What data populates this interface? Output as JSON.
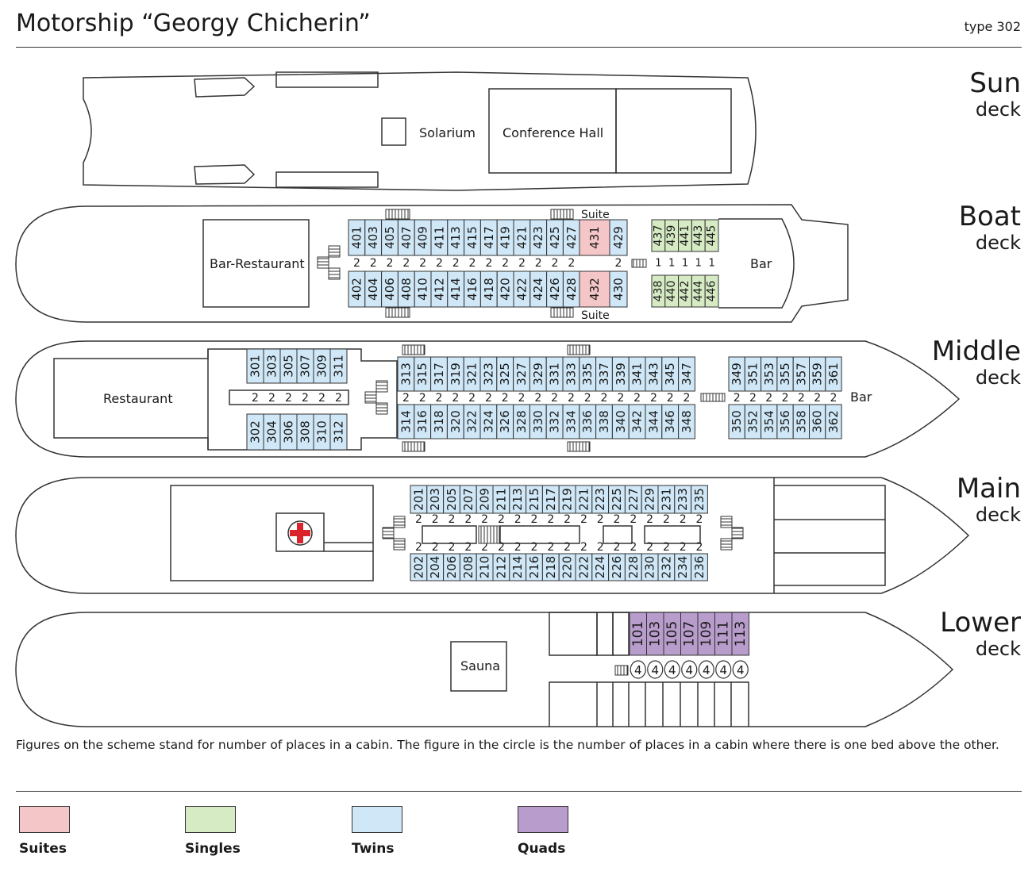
{
  "title": "Motorship “Georgy Chicherin”",
  "type_label": "type 302",
  "deck_labels": {
    "sun": [
      "Sun",
      "deck"
    ],
    "boat": [
      "Boat",
      "deck"
    ],
    "middle": [
      "Middle",
      "deck"
    ],
    "main": [
      "Main",
      "deck"
    ],
    "lower": [
      "Lower",
      "deck"
    ]
  },
  "rooms": {
    "solarium": "Solarium",
    "conference": "Conference Hall",
    "bar_restaurant": "Bar-Restaurant",
    "bar": "Bar",
    "restaurant": "Restaurant",
    "sauna": "Sauna",
    "suite": "Suite"
  },
  "colors": {
    "suites": "#f5c6c8",
    "singles": "#d6ebc4",
    "twins": "#cfe7f6",
    "quads": "#b89ccb"
  },
  "icons": [
    "stairs-icon",
    "red-cross-icon"
  ],
  "note": "Figures on the scheme stand for number of places in a cabin. The figure in the circle is the number of places in a cabin where there is one bed above the other.",
  "legend": [
    {
      "label": "Suites",
      "color": "#f5c6c8"
    },
    {
      "label": "Singles",
      "color": "#d6ebc4"
    },
    {
      "label": "Twins",
      "color": "#cfe7f6"
    },
    {
      "label": "Quads",
      "color": "#b89ccb"
    }
  ],
  "cabins": {
    "boat_twins_top": [
      "401",
      "403",
      "405",
      "407",
      "409",
      "411",
      "413",
      "415",
      "417",
      "419",
      "421",
      "423",
      "425",
      "427"
    ],
    "boat_twins_bottom": [
      "402",
      "404",
      "406",
      "408",
      "410",
      "412",
      "414",
      "416",
      "418",
      "420",
      "422",
      "424",
      "426",
      "428"
    ],
    "boat_suite_top": "431",
    "boat_suite_bottom": "432",
    "boat_twin_429": "429",
    "boat_twin_430": "430",
    "boat_singles_top": [
      "437",
      "439",
      "441",
      "443",
      "445"
    ],
    "boat_singles_bottom": [
      "438",
      "440",
      "442",
      "444",
      "446"
    ],
    "boat_places_twins": [
      "2",
      "2",
      "2",
      "2",
      "2",
      "2",
      "2",
      "2",
      "2",
      "2",
      "2",
      "2",
      "2",
      "2"
    ],
    "boat_places_429": "2",
    "boat_places_singles": [
      "1",
      "1",
      "1",
      "1",
      "1"
    ],
    "mid_fore_top": [
      "301",
      "303",
      "305",
      "307",
      "309",
      "311"
    ],
    "mid_fore_bottom": [
      "302",
      "304",
      "306",
      "308",
      "310",
      "312"
    ],
    "mid_fore_places": [
      "2",
      "2",
      "2",
      "2",
      "2",
      "2"
    ],
    "mid_c_top": [
      "313",
      "315",
      "317",
      "319",
      "321",
      "323",
      "325",
      "327",
      "329",
      "331",
      "333",
      "335",
      "337",
      "339",
      "341",
      "343",
      "345",
      "347"
    ],
    "mid_c_bottom": [
      "314",
      "316",
      "318",
      "320",
      "322",
      "324",
      "326",
      "328",
      "330",
      "332",
      "334",
      "336",
      "338",
      "340",
      "342",
      "344",
      "346",
      "348"
    ],
    "mid_c_places": [
      "2",
      "2",
      "2",
      "2",
      "2",
      "2",
      "2",
      "2",
      "2",
      "2",
      "2",
      "2",
      "2",
      "2",
      "2",
      "2",
      "2",
      "2"
    ],
    "mid_r_top": [
      "349",
      "351",
      "353",
      "355",
      "357",
      "359",
      "361"
    ],
    "mid_r_bottom": [
      "350",
      "352",
      "354",
      "356",
      "358",
      "360",
      "362"
    ],
    "mid_r_places": [
      "2",
      "2",
      "2",
      "2",
      "2",
      "2",
      "2"
    ],
    "main_top": [
      "201",
      "203",
      "205",
      "207",
      "209",
      "211",
      "213",
      "215",
      "217",
      "219",
      "221",
      "223",
      "225",
      "227",
      "229",
      "231",
      "233",
      "235"
    ],
    "main_bottom": [
      "202",
      "204",
      "206",
      "208",
      "210",
      "212",
      "214",
      "216",
      "218",
      "220",
      "222",
      "224",
      "226",
      "228",
      "230",
      "232",
      "234",
      "236"
    ],
    "main_places_top": [
      "2",
      "2",
      "2",
      "2",
      "2",
      "2",
      "2",
      "2",
      "2",
      "2",
      "2",
      "2",
      "2",
      "2",
      "2",
      "2",
      "2",
      "2"
    ],
    "main_places_bottom": [
      "2",
      "2",
      "2",
      "2",
      "2",
      "2",
      "2",
      "2",
      "2",
      "2",
      "2",
      "2",
      "2",
      "2",
      "2",
      "2",
      "2",
      "2"
    ],
    "lower_quads": [
      "101",
      "103",
      "105",
      "107",
      "109",
      "111",
      "113"
    ],
    "lower_places": [
      "4",
      "4",
      "4",
      "4",
      "4",
      "4",
      "4"
    ]
  }
}
